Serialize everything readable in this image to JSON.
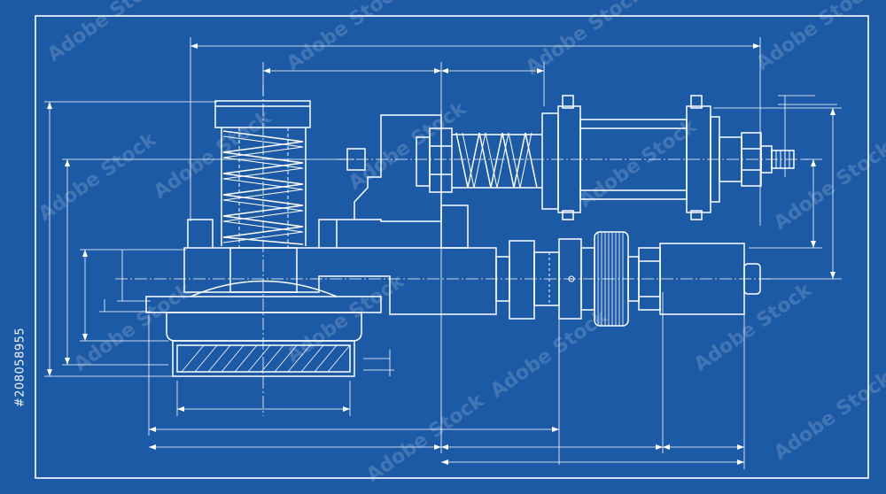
{
  "drawing": {
    "background_color": "#1d5aa6",
    "line_color": "#ffffff",
    "subject": "mechanical assembly blueprint: spring-loaded plunger housing, pneumatic cylinder, shaft with knurled coupling"
  },
  "stock_id": "#208058955",
  "watermark": {
    "text": "Adobe Stock"
  }
}
